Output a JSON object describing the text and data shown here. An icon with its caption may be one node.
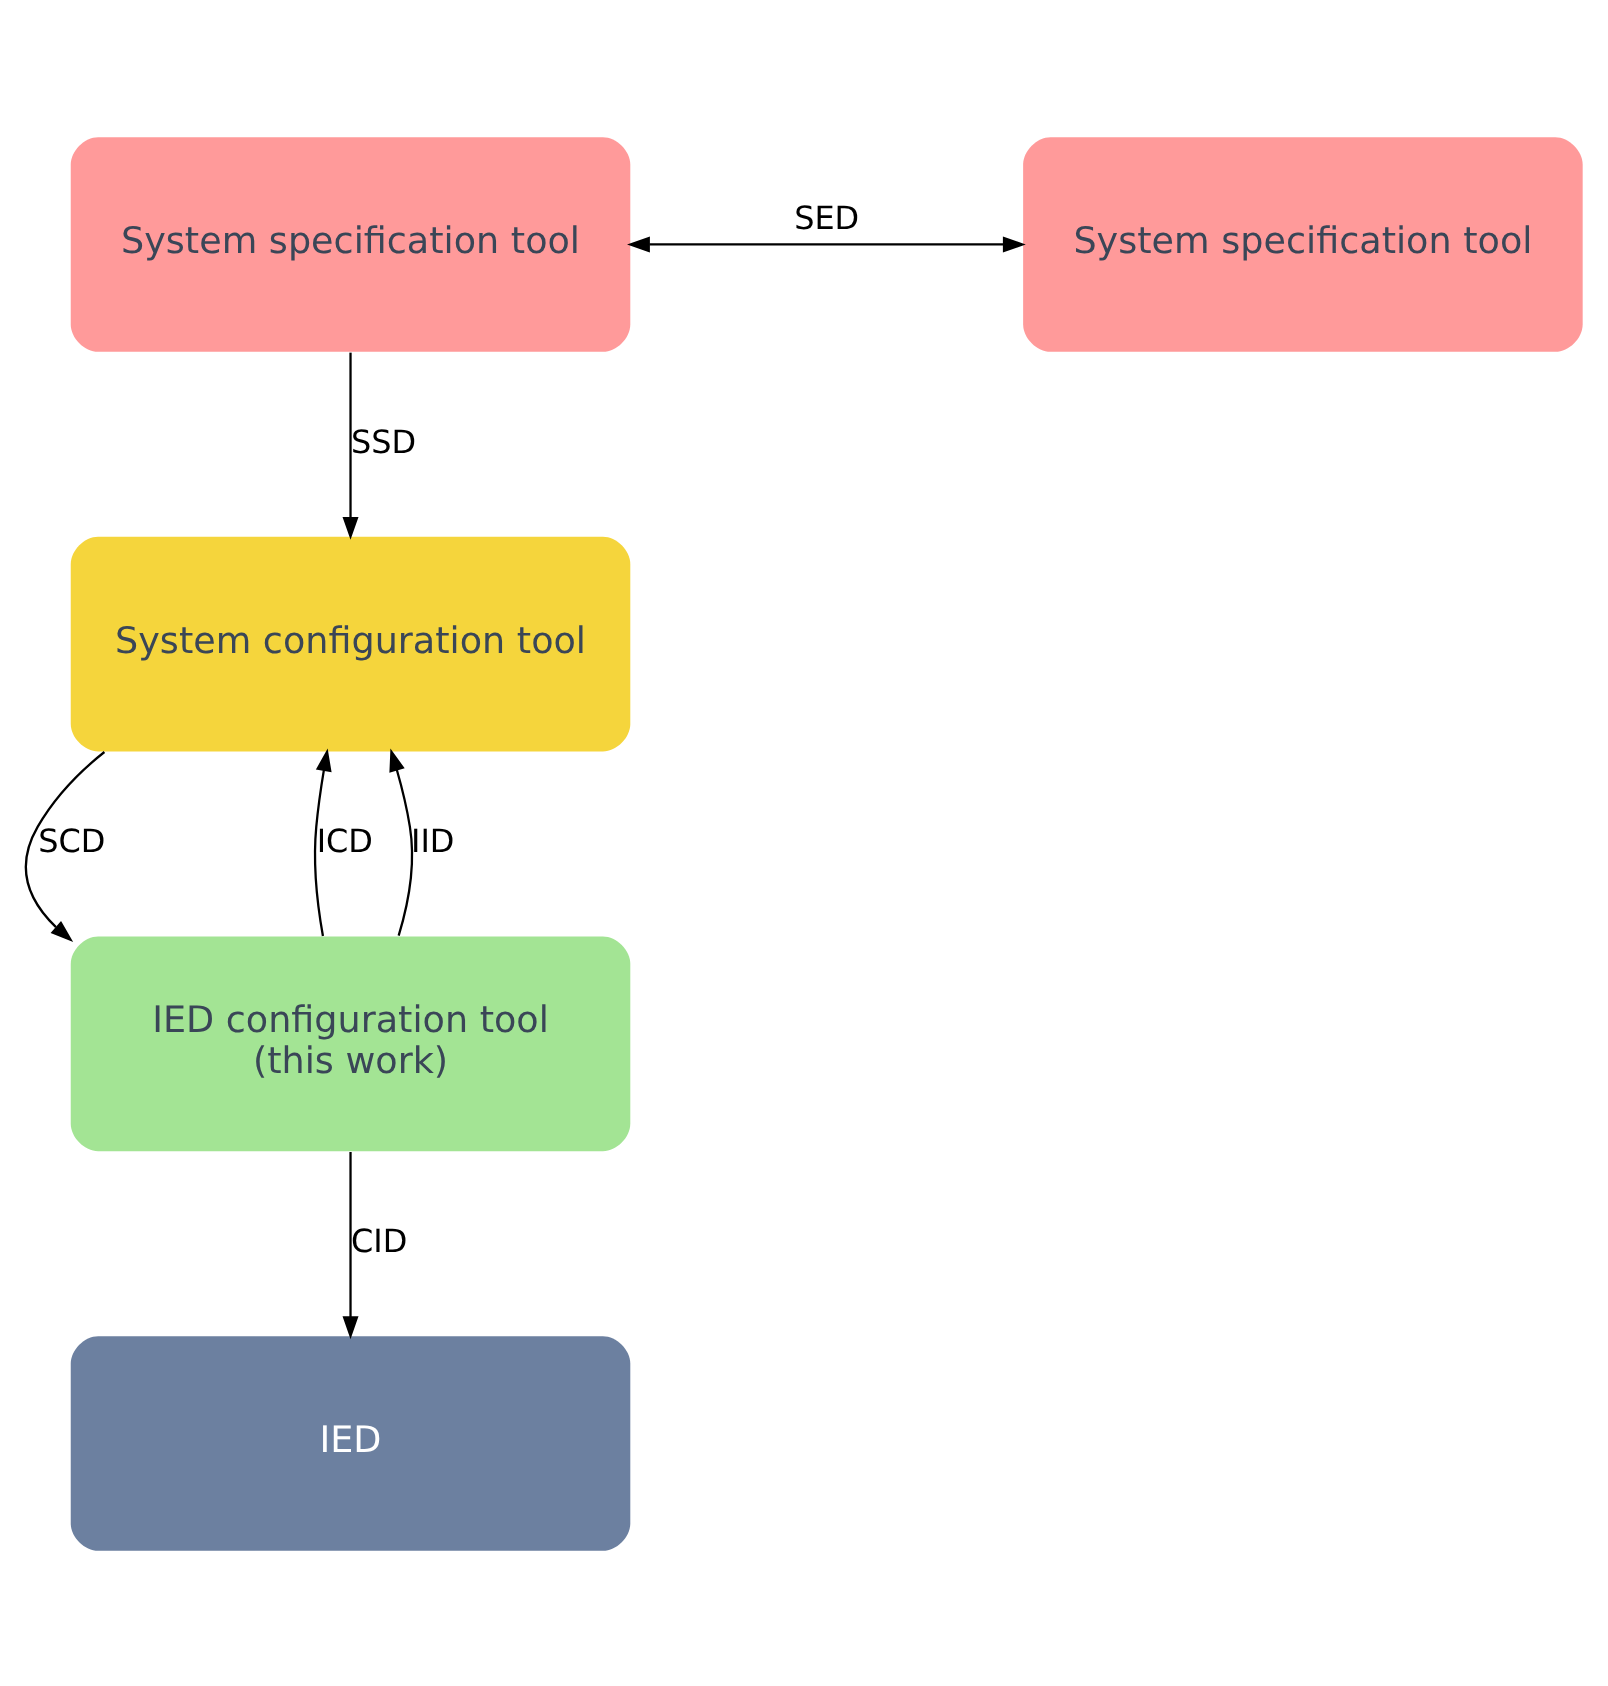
{
  "diagram": {
    "nodes": [
      {
        "text": [
          "System specification tool"
        ]
      },
      {
        "text": [
          "System specification tool"
        ]
      },
      {
        "text": [
          "System configuration tool"
        ]
      },
      {
        "text": [
          "IED configuration tool (this work)"
        ]
      },
      {
        "text": [
          "IED"
        ]
      }
    ],
    "edges": [
      {
        "from": 0,
        "to": 1,
        "arrow": "both",
        "label": "SED"
      },
      {
        "from": 0,
        "to": 2,
        "arrow": "to",
        "label": "SSD"
      },
      {
        "from": 2,
        "to": 3,
        "arrow": "to",
        "label": "SCD"
      },
      {
        "from": 3,
        "to": 2,
        "arrow": "to",
        "label": "ICD"
      },
      {
        "from": 3,
        "to": 2,
        "arrow": "to",
        "label": "IID"
      },
      {
        "from": 3,
        "to": 4,
        "arrow": "to",
        "label": "CID"
      }
    ]
  }
}
